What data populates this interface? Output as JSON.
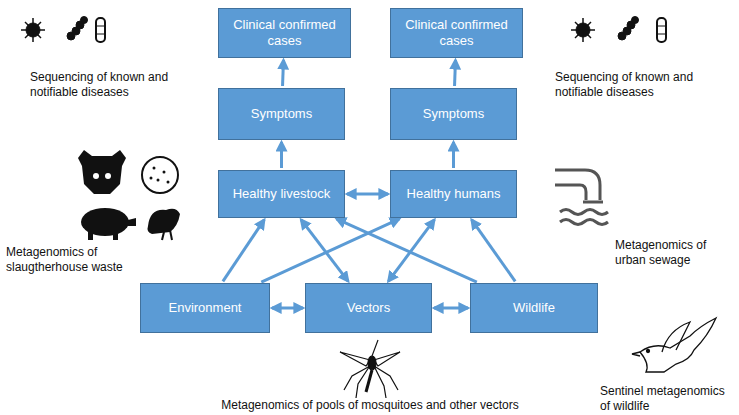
{
  "diagram": {
    "nodes": [
      {
        "text": [
          "Clinical confirmed cases"
        ]
      },
      {
        "text": [
          "Clinical confirmed cases"
        ]
      },
      {
        "text": [
          "Symptoms"
        ]
      },
      {
        "text": [
          "Symptoms"
        ]
      },
      {
        "text": [
          "Healthy livestock"
        ]
      },
      {
        "text": [
          "Healthy humans"
        ]
      },
      {
        "text": [
          "Environment"
        ]
      },
      {
        "text": [
          "Vectors"
        ]
      },
      {
        "text": [
          "Wildlife"
        ]
      }
    ],
    "edges": [
      {
        "from": 2,
        "to": 0,
        "arrow": "to"
      },
      {
        "from": 3,
        "to": 1,
        "arrow": "to"
      },
      {
        "from": 4,
        "to": 2,
        "arrow": "to"
      },
      {
        "from": 5,
        "to": 3,
        "arrow": "to"
      },
      {
        "from": 4,
        "to": 5,
        "arrow": "both"
      },
      {
        "from": 6,
        "to": 4,
        "arrow": "to"
      },
      {
        "from": 6,
        "to": 5,
        "arrow": "to"
      },
      {
        "from": 4,
        "to": 7,
        "arrow": "both"
      },
      {
        "from": 5,
        "to": 7,
        "arrow": "both"
      },
      {
        "from": 8,
        "to": 4,
        "arrow": "to"
      },
      {
        "from": 8,
        "to": 5,
        "arrow": "to"
      },
      {
        "from": 6,
        "to": 7,
        "arrow": "both"
      },
      {
        "from": 7,
        "to": 8,
        "arrow": "both"
      }
    ],
    "labels": [
      "Sequencing of known and notifiable diseases",
      "Sequencing of known and notifiable diseases",
      "Metagenomics of slaugtherhouse waste",
      "Metagenomics of urban sewage",
      "Metagenomics of pools of mosquitoes and other vectors",
      "Sentinel metagenomics of wildlife"
    ]
  }
}
